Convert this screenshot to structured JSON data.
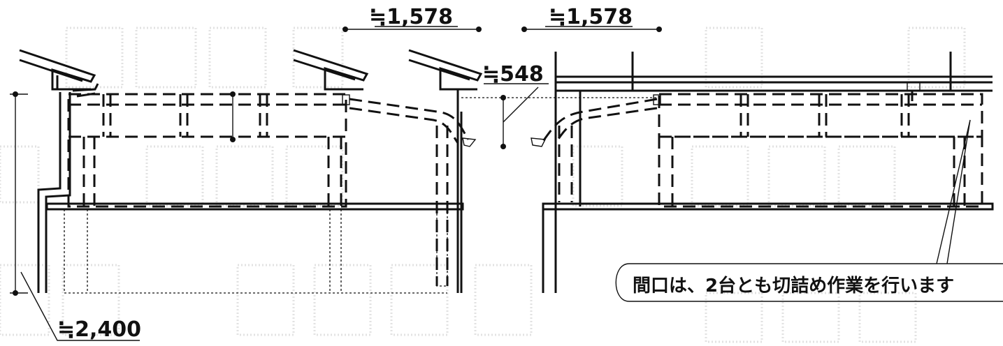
{
  "dimensions": {
    "width_left": "≒1,578",
    "width_right": "≒1,578",
    "gutter_depth": "≒548",
    "height": "≒2,400"
  },
  "callout": {
    "text": "間口は、2台とも切詰め作業を行います"
  },
  "colors": {
    "line": "#111111",
    "watermark": "#e2e2e2"
  }
}
